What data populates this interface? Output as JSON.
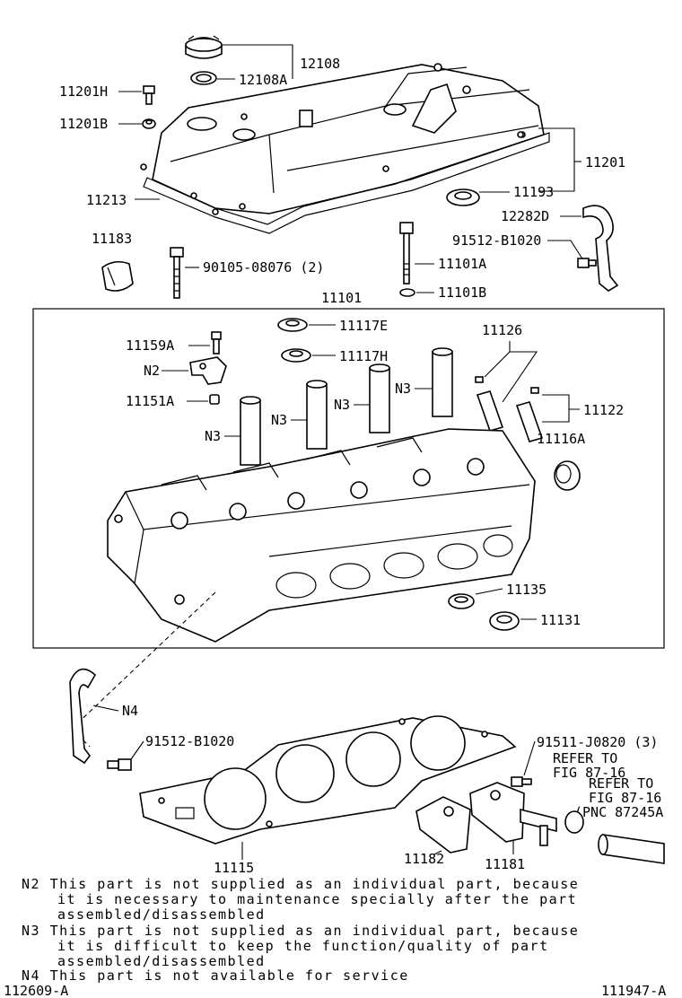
{
  "labels": {
    "p12108": "12108",
    "p12108A": "12108A",
    "p11201H": "11201H",
    "p11201B": "11201B",
    "p11201": "11201",
    "p11213": "11213",
    "p11193": "11193",
    "p12282D": "12282D",
    "p91512_B1020_top": "91512-B1020",
    "p11183": "11183",
    "p90105": "90105-08076 (2)",
    "p11101A": "11101A",
    "p11101B": "11101B",
    "p11101": "11101",
    "p11117E": "11117E",
    "p11117H": "11117H",
    "p11159A": "11159A",
    "n2": "N2",
    "p11151A": "11151A",
    "n3a": "N3",
    "n3b": "N3",
    "n3c": "N3",
    "n3d": "N3",
    "p11126": "11126",
    "p11122": "11122",
    "p11116A": "11116A",
    "p11135": "11135",
    "p11131": "11131",
    "n4": "N4",
    "p91512_B1020_bot": "91512-B1020",
    "p91511": "91511-J0820 (3)",
    "refer1a": "REFER TO",
    "refer1b": "FIG 87-16",
    "refer2a": "REFER TO",
    "refer2b": "FIG 87-16",
    "refer2c": "(PNC 87245A",
    "p11115": "11115",
    "p11182": "11182",
    "p11181": "11181"
  },
  "notes": {
    "n2_line1": "N2 This part is not supplied as an individual part, because",
    "n2_line2": "it is necessary to maintenance specially after the part",
    "n2_line3": "assembled/disassembled",
    "n3_line1": "N3 This part is not supplied as an individual part, because",
    "n3_line2": "it is difficult to keep the function/quality of part",
    "n3_line3": "assembled/disassembled",
    "n4_line1": "N4 This part is not available for service"
  },
  "footer": {
    "left_code": "112609-A",
    "right_code": "111947-A"
  }
}
